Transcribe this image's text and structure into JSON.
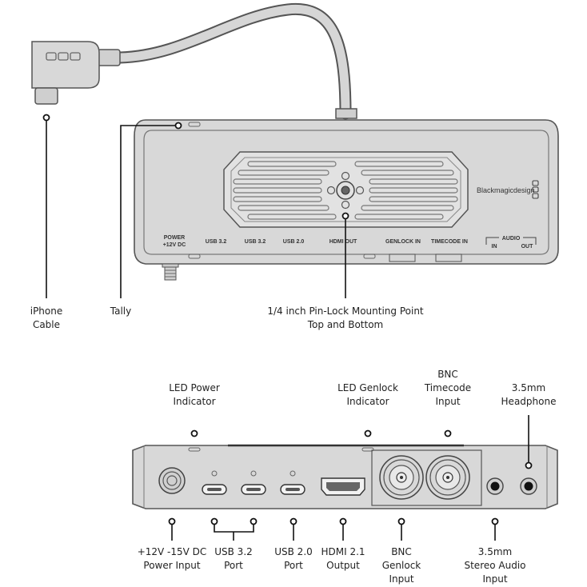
{
  "top_view": {
    "callouts": {
      "iphone_cable": [
        "iPhone",
        "Cable"
      ],
      "tally": [
        "Tally"
      ],
      "mounting_point": [
        "1/4 inch Pin-Lock Mounting Point",
        "Top and Bottom"
      ]
    },
    "brand": "Blackmagicdesign",
    "port_labels": {
      "power": [
        "POWER",
        "+12V DC"
      ],
      "usb1": "USB 3.2",
      "usb2": "USB 3.2",
      "usb3": "USB 2.0",
      "hdmi": "HDMI OUT",
      "genlock": "GENLOCK IN",
      "timecode": "TIMECODE IN",
      "audio": "AUDIO",
      "audio_in": "IN",
      "audio_out": "OUT"
    }
  },
  "side_view": {
    "top_callouts": {
      "led_power": [
        "LED Power",
        "Indicator"
      ],
      "led_genlock": [
        "LED Genlock",
        "Indicator"
      ],
      "bnc_timecode": [
        "BNC",
        "Timecode",
        "Input"
      ],
      "headphone": [
        "3.5mm",
        "Headphone"
      ]
    },
    "bottom_callouts": {
      "power_input": [
        "+12V -15V DC",
        "Power Input"
      ],
      "usb32": [
        "USB 3.2",
        "Port"
      ],
      "usb20": [
        "USB 2.0",
        "Port"
      ],
      "hdmi": [
        "HDMI 2.1",
        "Output"
      ],
      "bnc_genlock": [
        "BNC",
        "Genlock",
        "Input"
      ],
      "stereo_audio": [
        "3.5mm",
        "Stereo Audio",
        "Input"
      ]
    }
  },
  "colors": {
    "body_fill": "#d8d8d8",
    "body_stroke": "#555555",
    "line": "#111111",
    "text": "#222222"
  }
}
